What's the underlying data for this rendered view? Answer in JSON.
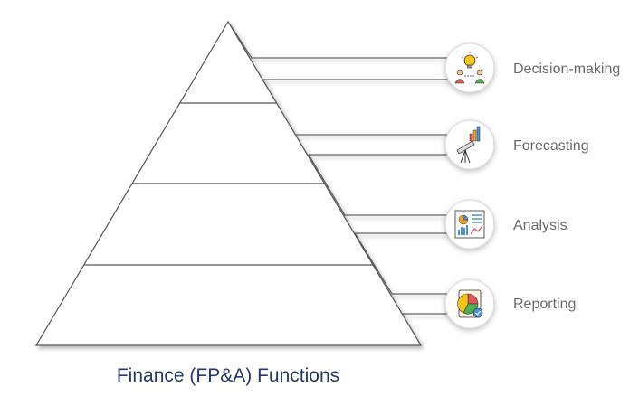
{
  "title": "Finance (FP&A) Functions",
  "colors": {
    "background": "#ffffff",
    "pyramid_fill": "#ffffff",
    "pyramid_stroke": "#555555",
    "connector_stroke": "#666666",
    "label_text": "#6b6b6b",
    "title_text": "#25396b"
  },
  "levels": [
    {
      "label": "Decision-making",
      "icon": "decision-making-icon"
    },
    {
      "label": "Forecasting",
      "icon": "telescope-chart-icon"
    },
    {
      "label": "Analysis",
      "icon": "analysis-charts-icon"
    },
    {
      "label": "Reporting",
      "icon": "report-pie-chart-icon"
    }
  ]
}
